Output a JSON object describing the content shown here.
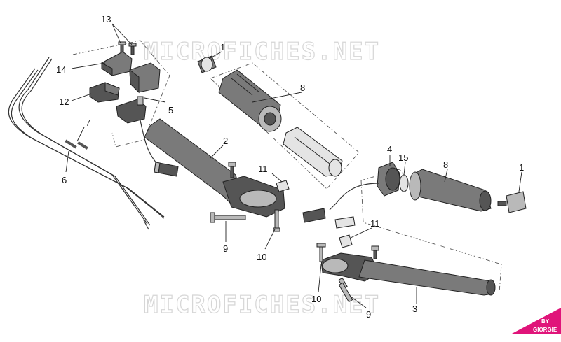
{
  "watermark": {
    "top": "MICROFICHES.NET",
    "bottom": "MICROFICHES.NET"
  },
  "callouts": {
    "c1_top": "1",
    "c1_right": "1",
    "c2": "2",
    "c3": "3",
    "c4": "4",
    "c5": "5",
    "c6": "6",
    "c7": "7",
    "c8_top": "8",
    "c8_right": "8",
    "c9_center": "9",
    "c9_bottom": "9",
    "c10_center": "10",
    "c10_bottom": "10",
    "c11_center": "11",
    "c11_right": "11",
    "c12": "12",
    "c13": "13",
    "c14": "14",
    "c15": "15"
  },
  "badge": {
    "line1": "BY",
    "line2": "GIORGIE",
    "color": "#e0147a"
  }
}
